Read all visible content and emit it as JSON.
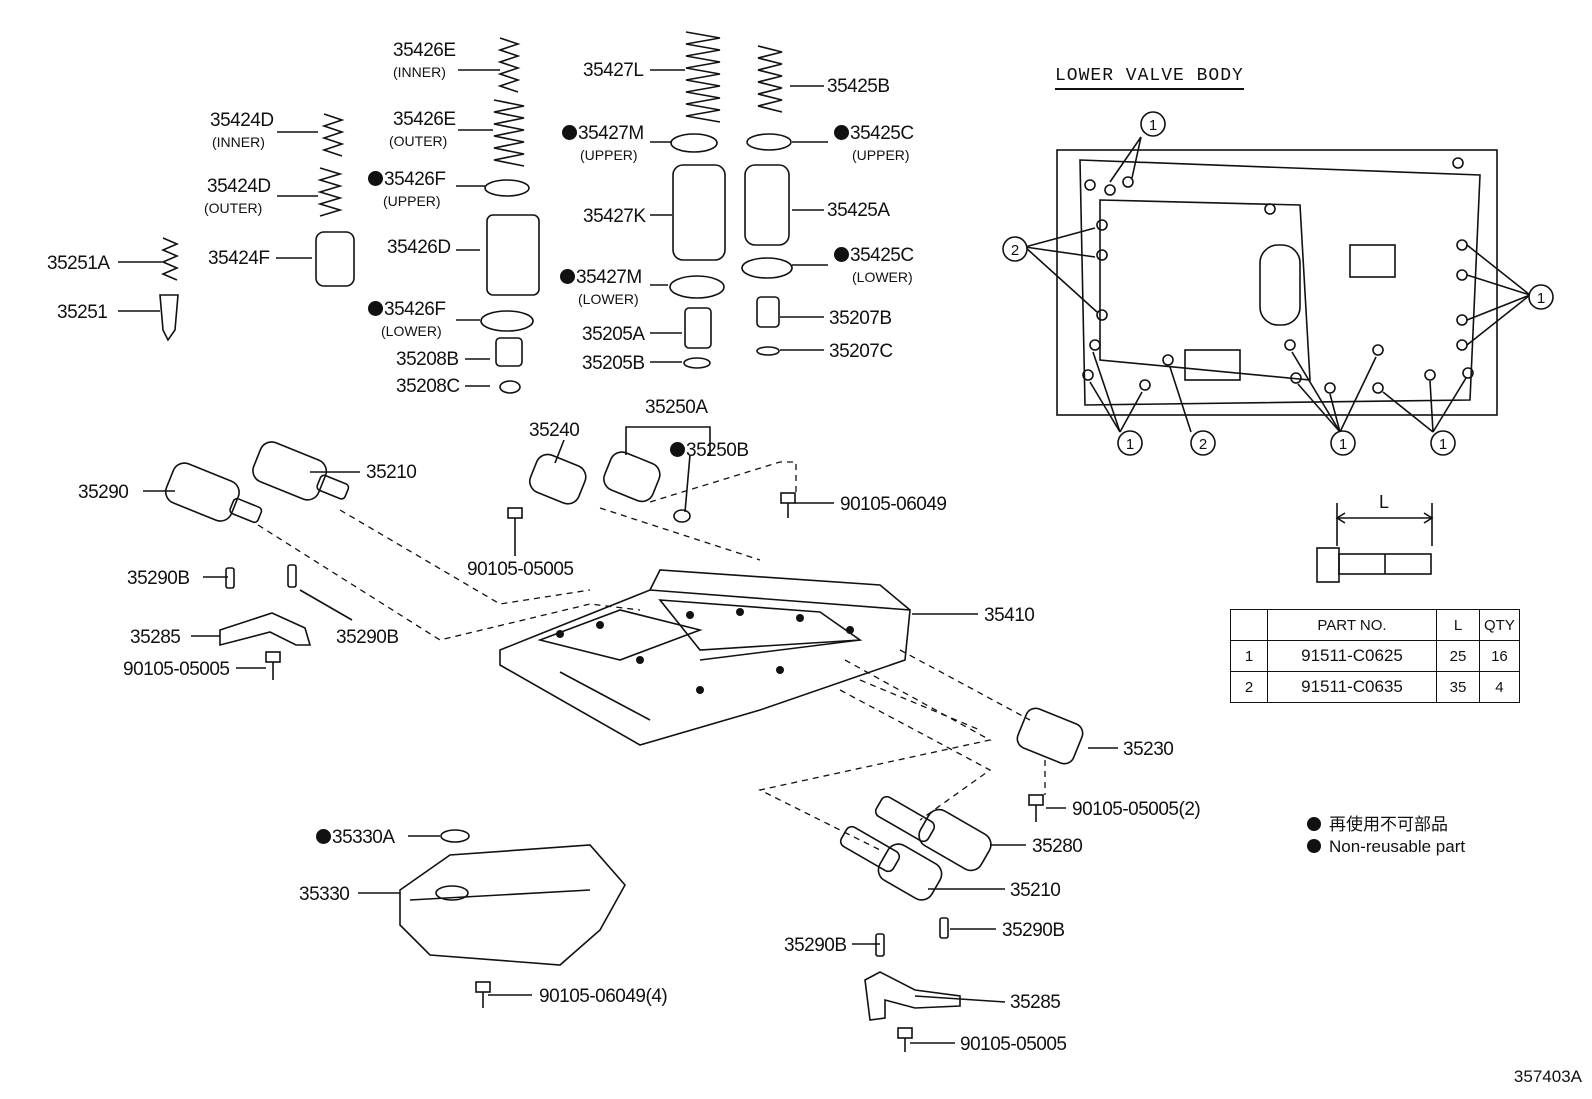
{
  "title": "LOWER VALVE BODY",
  "reference_code": "357403A",
  "part_labels": {
    "p35426E_inner": "35426E",
    "inner_a": "(INNER)",
    "p35426E_outer": "35426E",
    "outer_a": "(OUTER)",
    "p35424D_inner": "35424D",
    "inner_b": "(INNER)",
    "p35424D_outer": "35424D",
    "outer_b": "(OUTER)",
    "p35426F_upper": "35426F",
    "upper_a": "(UPPER)",
    "p35426F_lower": "35426F",
    "lower_a": "(LOWER)",
    "p35426D": "35426D",
    "p35424F": "35424F",
    "p35251A": "35251A",
    "p35251": "35251",
    "p35208B": "35208B",
    "p35208C": "35208C",
    "p35427L": "35427L",
    "p35427M_upper": "35427M",
    "upper_b": "(UPPER)",
    "p35427K": "35427K",
    "p35427M_lower": "35427M",
    "lower_b": "(LOWER)",
    "p35205A": "35205A",
    "p35205B": "35205B",
    "p35425B": "35425B",
    "p35425C_upper": "35425C",
    "upper_c": "(UPPER)",
    "p35425A": "35425A",
    "p35425C_lower": "35425C",
    "lower_c": "(LOWER)",
    "p35207B": "35207B",
    "p35207C": "35207C",
    "p35250A": "35250A",
    "p35240": "35240",
    "p35250B": "35250B",
    "p90105_06049_a": "90105-06049",
    "p90105_05005_a": "90105-05005",
    "p35290": "35290",
    "p35210_a": "35210",
    "p35290B_a": "35290B",
    "p35290B_b": "35290B",
    "p35285_a": "35285",
    "p90105_05005_b": "90105-05005",
    "p35410": "35410",
    "p35230": "35230",
    "p90105_05005_2": "90105-05005(2)",
    "p35280": "35280",
    "p35210_b": "35210",
    "p35290B_c": "35290B",
    "p35290B_d": "35290B",
    "p35285_b": "35285",
    "p90105_05005_c": "90105-05005",
    "p35330A": "35330A",
    "p35330": "35330",
    "p90105_06049_4": "90105-06049(4)"
  },
  "callouts": {
    "one": "1",
    "two": "2",
    "dim_L": "L"
  },
  "bolt_table": {
    "headers": [
      "PART NO.",
      "L",
      "QTY"
    ],
    "rows": [
      {
        "ref": "1",
        "part_no": "91511-C0625",
        "L": "25",
        "qty": "16"
      },
      {
        "ref": "2",
        "part_no": "91511-C0635",
        "L": "35",
        "qty": "4"
      }
    ]
  },
  "legend": {
    "line1": "再使用不可部品",
    "line2": "Non-reusable part"
  }
}
